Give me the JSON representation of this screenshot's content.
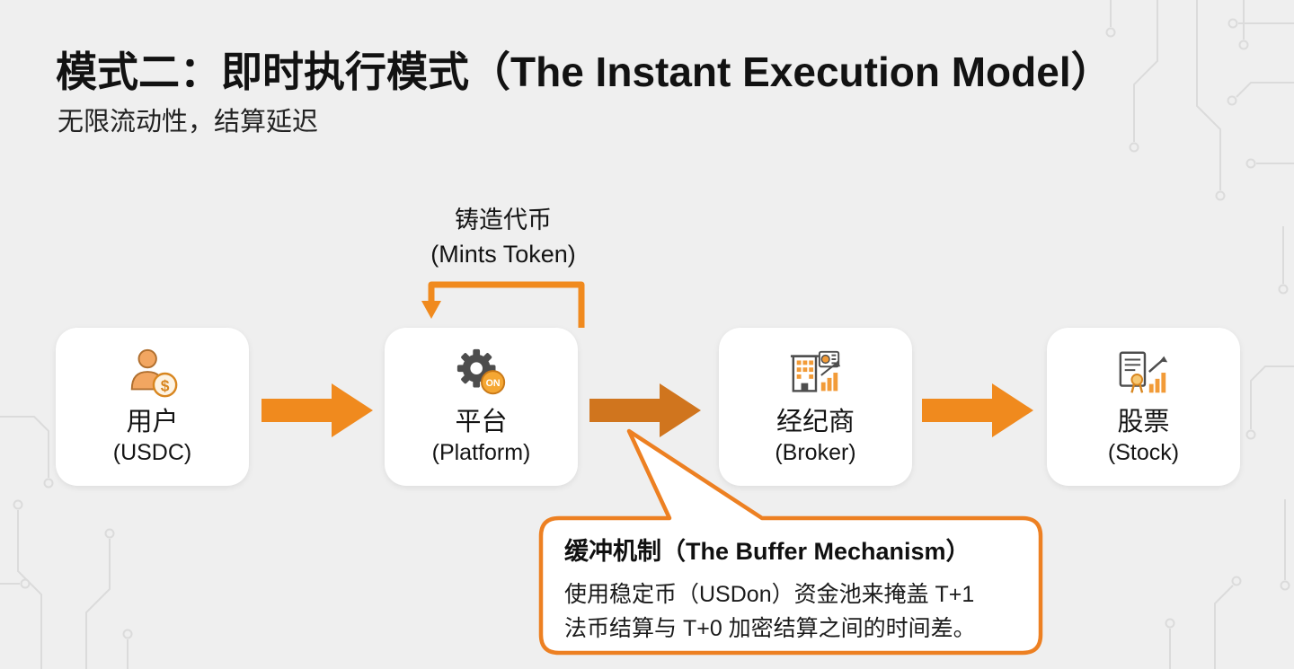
{
  "slide": {
    "title": "模式二：即时执行模式（The Instant Execution Model）",
    "subtitle": "无限流动性，结算延迟"
  },
  "flow": {
    "loop": {
      "label_zh": "铸造代币",
      "label_en": "(Mints Token)"
    },
    "nodes": [
      {
        "id": "user",
        "label_zh": "用户",
        "label_en": "(USDC)",
        "icon": "user-dollar-icon"
      },
      {
        "id": "platform",
        "label_zh": "平台",
        "label_en": "(Platform)",
        "icon": "gear-token-icon"
      },
      {
        "id": "broker",
        "label_zh": "经纪商",
        "label_en": "(Broker)",
        "icon": "building-chart-icon"
      },
      {
        "id": "stock",
        "label_zh": "股票",
        "label_en": "(Stock)",
        "icon": "certificate-chart-icon"
      }
    ],
    "token_coin_text": "ON",
    "user_coin_text": "$"
  },
  "callout": {
    "title": "缓冲机制（The Buffer Mechanism）",
    "body_line1": "使用稳定币（USDon）资金池来掩盖 T+1",
    "body_line2": "法币结算与 T+0 加密结算之间的时间差。"
  },
  "colors": {
    "accent_orange": "#F08A1E",
    "dark_orange": "#D0751E",
    "callout_border": "#ED8022",
    "coin_orange": "#F5A733",
    "background": "#EFEFEF",
    "text_primary": "#141414",
    "circuit_line": "#DBDBDB"
  }
}
